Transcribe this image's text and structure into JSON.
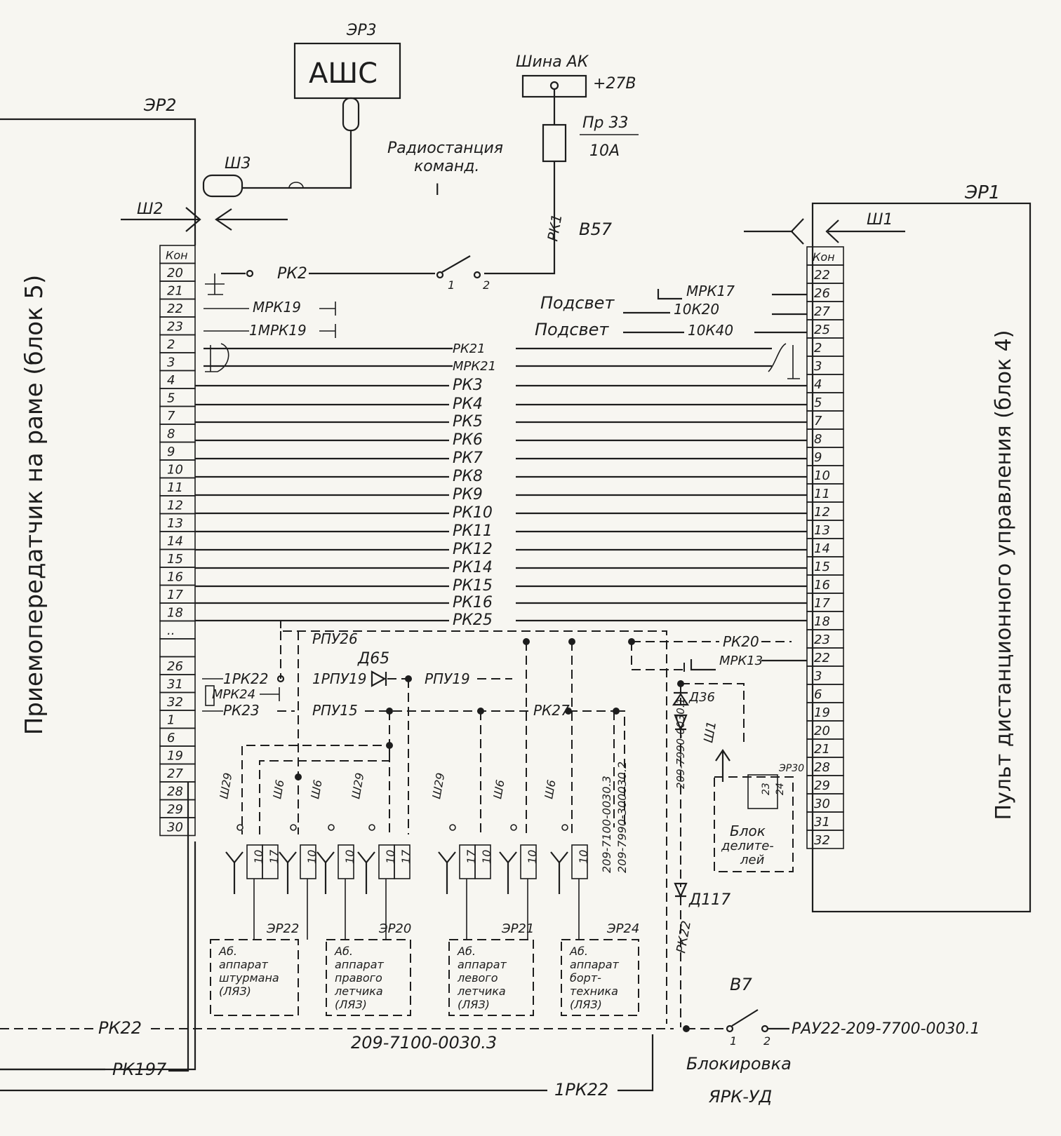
{
  "blocks": {
    "ashc": {
      "label": "АШС",
      "connector": "ЭР3"
    },
    "left_unit": {
      "title": "Приемопередатчик на раме (блок 5)",
      "connector": "ЭР2"
    },
    "right_unit": {
      "title": "Пульт дистанционного управления (блок 4)",
      "connector": "ЭР1"
    },
    "divider": {
      "label_line1": "Блок",
      "label_line2": "делите-",
      "label_line3": "лей",
      "pins": [
        "23",
        "24"
      ],
      "connector": "ЭР30"
    }
  },
  "power": {
    "bus": "Шина АК",
    "voltage": "+27В",
    "fuse": "Пр 33",
    "fuse_rating": "10А",
    "wire": "РК1"
  },
  "radio": {
    "line1": "Радиостанция",
    "line2": "команд.",
    "marker": "I"
  },
  "switches": {
    "b57": "В57",
    "b7": "В7",
    "pos1": "1",
    "pos2": "2"
  },
  "plugs": {
    "sh1": "Ш1",
    "sh2": "Ш2",
    "sh3": "Ш3",
    "sh6": "Ш6",
    "sh29": "Ш29"
  },
  "left_pins": {
    "header": "Кон",
    "pins": [
      "20",
      "21",
      "22",
      "23",
      "2",
      "3",
      "4",
      "5",
      "7",
      "8",
      "9",
      "10",
      "11",
      "12",
      "13",
      "14",
      "15",
      "16",
      "17",
      "18",
      "..",
      "",
      "26",
      "31",
      "32",
      "1",
      "6",
      "19",
      "27",
      "28",
      "29",
      "30"
    ]
  },
  "right_pins": {
    "header": "Кон",
    "pins": [
      "22",
      "26",
      "27",
      "25",
      "2",
      "3",
      "4",
      "5",
      "7",
      "8",
      "9",
      "10",
      "11",
      "12",
      "13",
      "14",
      "15",
      "16",
      "17",
      "18",
      "23",
      "22",
      "3",
      "6",
      "19",
      "20",
      "21",
      "28",
      "29",
      "30",
      "31",
      "32"
    ]
  },
  "wires": {
    "top": [
      "РК2",
      "МРК19",
      "1МРК19",
      "МРК17",
      "Подсвет",
      "10К20",
      "Подсвет",
      "10К40"
    ],
    "bus": [
      "РК21",
      "МРК21",
      "РК3",
      "РК4",
      "РК5",
      "РК6",
      "РК7",
      "РК8",
      "РК9",
      "РК10",
      "РК11",
      "РК12",
      "РК14",
      "РК15",
      "РК16",
      "РК25"
    ],
    "lower": [
      "РПУ26",
      "1РК22",
      "1РПУ19",
      "Д65",
      "РПУ19",
      "МРК24",
      "РК23",
      "РПУ15",
      "РК27",
      "РК20",
      "МРК13",
      "Д36"
    ],
    "vertical": [
      "209-7100-0030.3",
      "209-7990-300030.2",
      "209-7990-0030.1",
      "Д117",
      "РК22"
    ],
    "bottom": [
      "РК22",
      "209-7100-0030.3",
      "РК197",
      "1РК22",
      "РАУ22-209-7700-0030.1"
    ],
    "lock_line1": "Блокировка",
    "lock_line2": "ЯРК-УД"
  },
  "headsets": [
    {
      "line1": "Аб.",
      "line2": "аппарат",
      "line3": "штурмана",
      "line4": "(ЛЯЗ)",
      "connector": "ЭР22"
    },
    {
      "line1": "Аб.",
      "line2": "аппарат",
      "line3": "правого",
      "line4": "летчика",
      "line5": "(ЛЯЗ)",
      "connector": "ЭР20"
    },
    {
      "line1": "Аб.",
      "line2": "аппарат",
      "line3": "левого",
      "line4": "летчика",
      "line5": "(ЛЯЗ)",
      "connector": "ЭР21"
    },
    {
      "line1": "Аб.",
      "line2": "аппарат",
      "line3": "борт-",
      "line4": "техника",
      "line5": "(ЛЯЗ)",
      "connector": "ЭР24"
    }
  ],
  "pin_labels": {
    "p10": "10",
    "p17": "17"
  }
}
